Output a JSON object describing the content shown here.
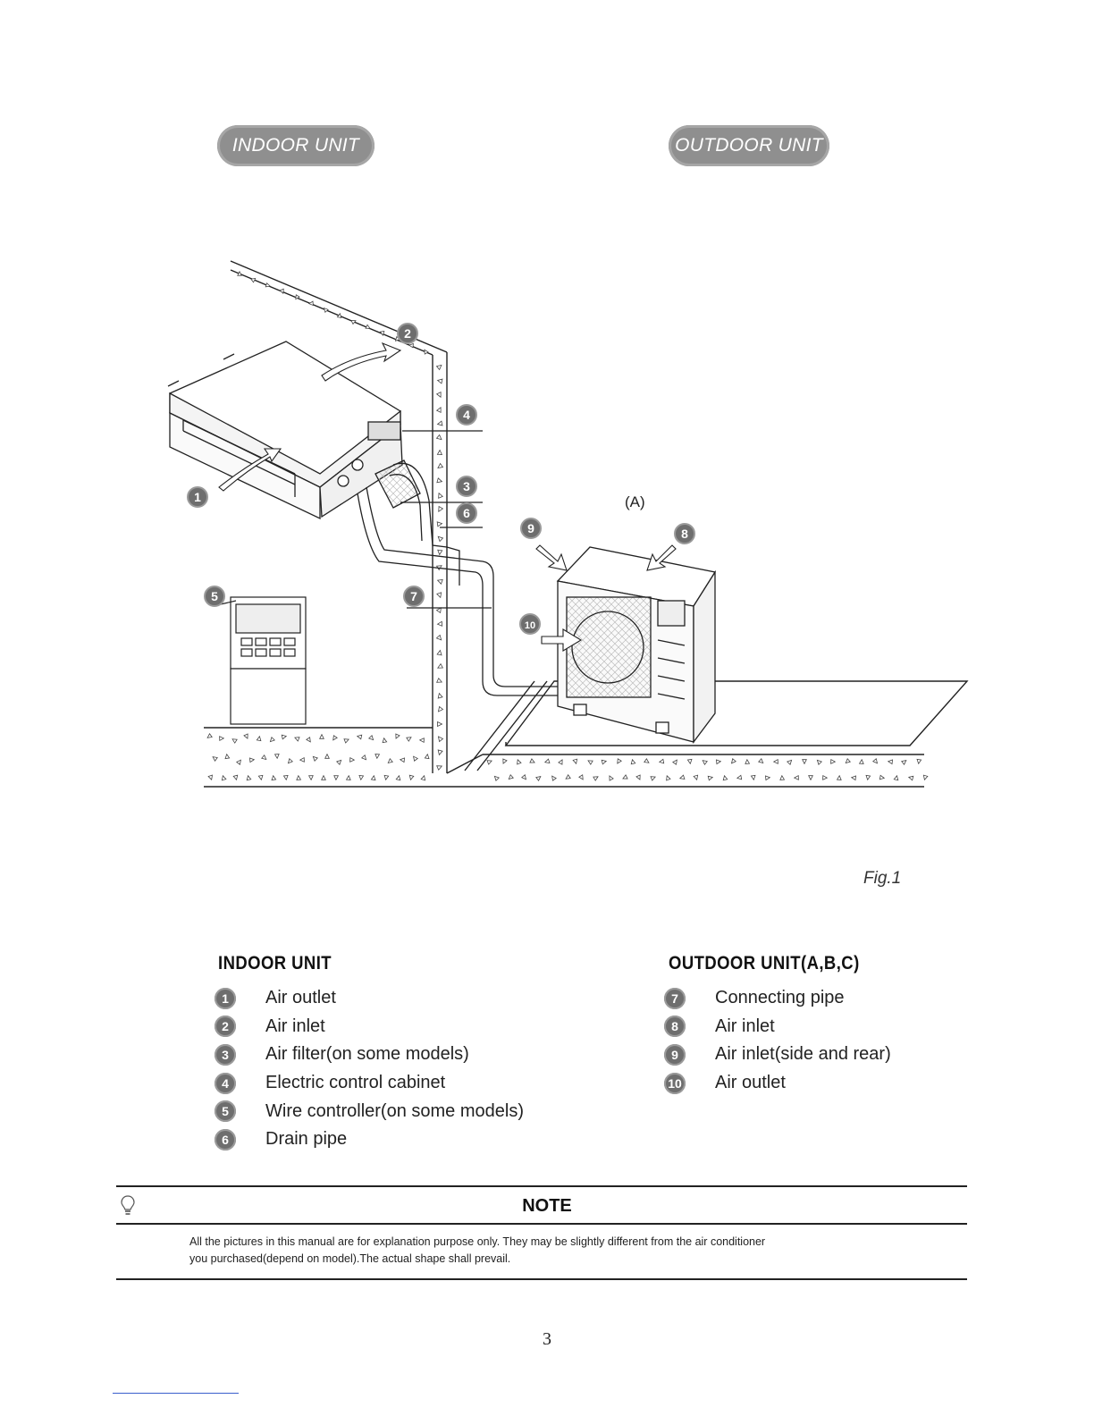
{
  "headers": {
    "indoor_pill": "INDOOR UNIT",
    "outdoor_pill": "OUTDOOR UNIT"
  },
  "figure": {
    "variant_label": "(A)",
    "caption": "Fig.1",
    "callouts": [
      "1",
      "2",
      "3",
      "4",
      "5",
      "6",
      "7",
      "8",
      "9",
      "10"
    ]
  },
  "legend": {
    "indoor_title": "INDOOR UNIT",
    "indoor_items": [
      {
        "num": "1",
        "label": "Air outlet"
      },
      {
        "num": "2",
        "label": "Air inlet"
      },
      {
        "num": "3",
        "label": "Air filter(on some models)"
      },
      {
        "num": "4",
        "label": "Electric control cabinet"
      },
      {
        "num": "5",
        "label": "Wire controller(on some models)"
      },
      {
        "num": "6",
        "label": "Drain pipe"
      }
    ],
    "outdoor_title": "OUTDOOR UNIT(A,B,C)",
    "outdoor_items": [
      {
        "num": "7",
        "label": "Connecting pipe"
      },
      {
        "num": "8",
        "label": "Air inlet"
      },
      {
        "num": "9",
        "label": "Air inlet(side and rear)"
      },
      {
        "num": "10",
        "label": "Air outlet"
      }
    ]
  },
  "note": {
    "title": "NOTE",
    "line1": "All the pictures in this manual are for explanation purpose only. They may be slightly different from the air conditioner",
    "line2": "you purchased(depend on model).The actual shape shall prevail."
  },
  "page_number": "3",
  "icons": {
    "note": "lightbulb-icon"
  },
  "colors": {
    "pill": "#8f8f8f",
    "badge": "#6e6e6e",
    "line": "#222222"
  }
}
